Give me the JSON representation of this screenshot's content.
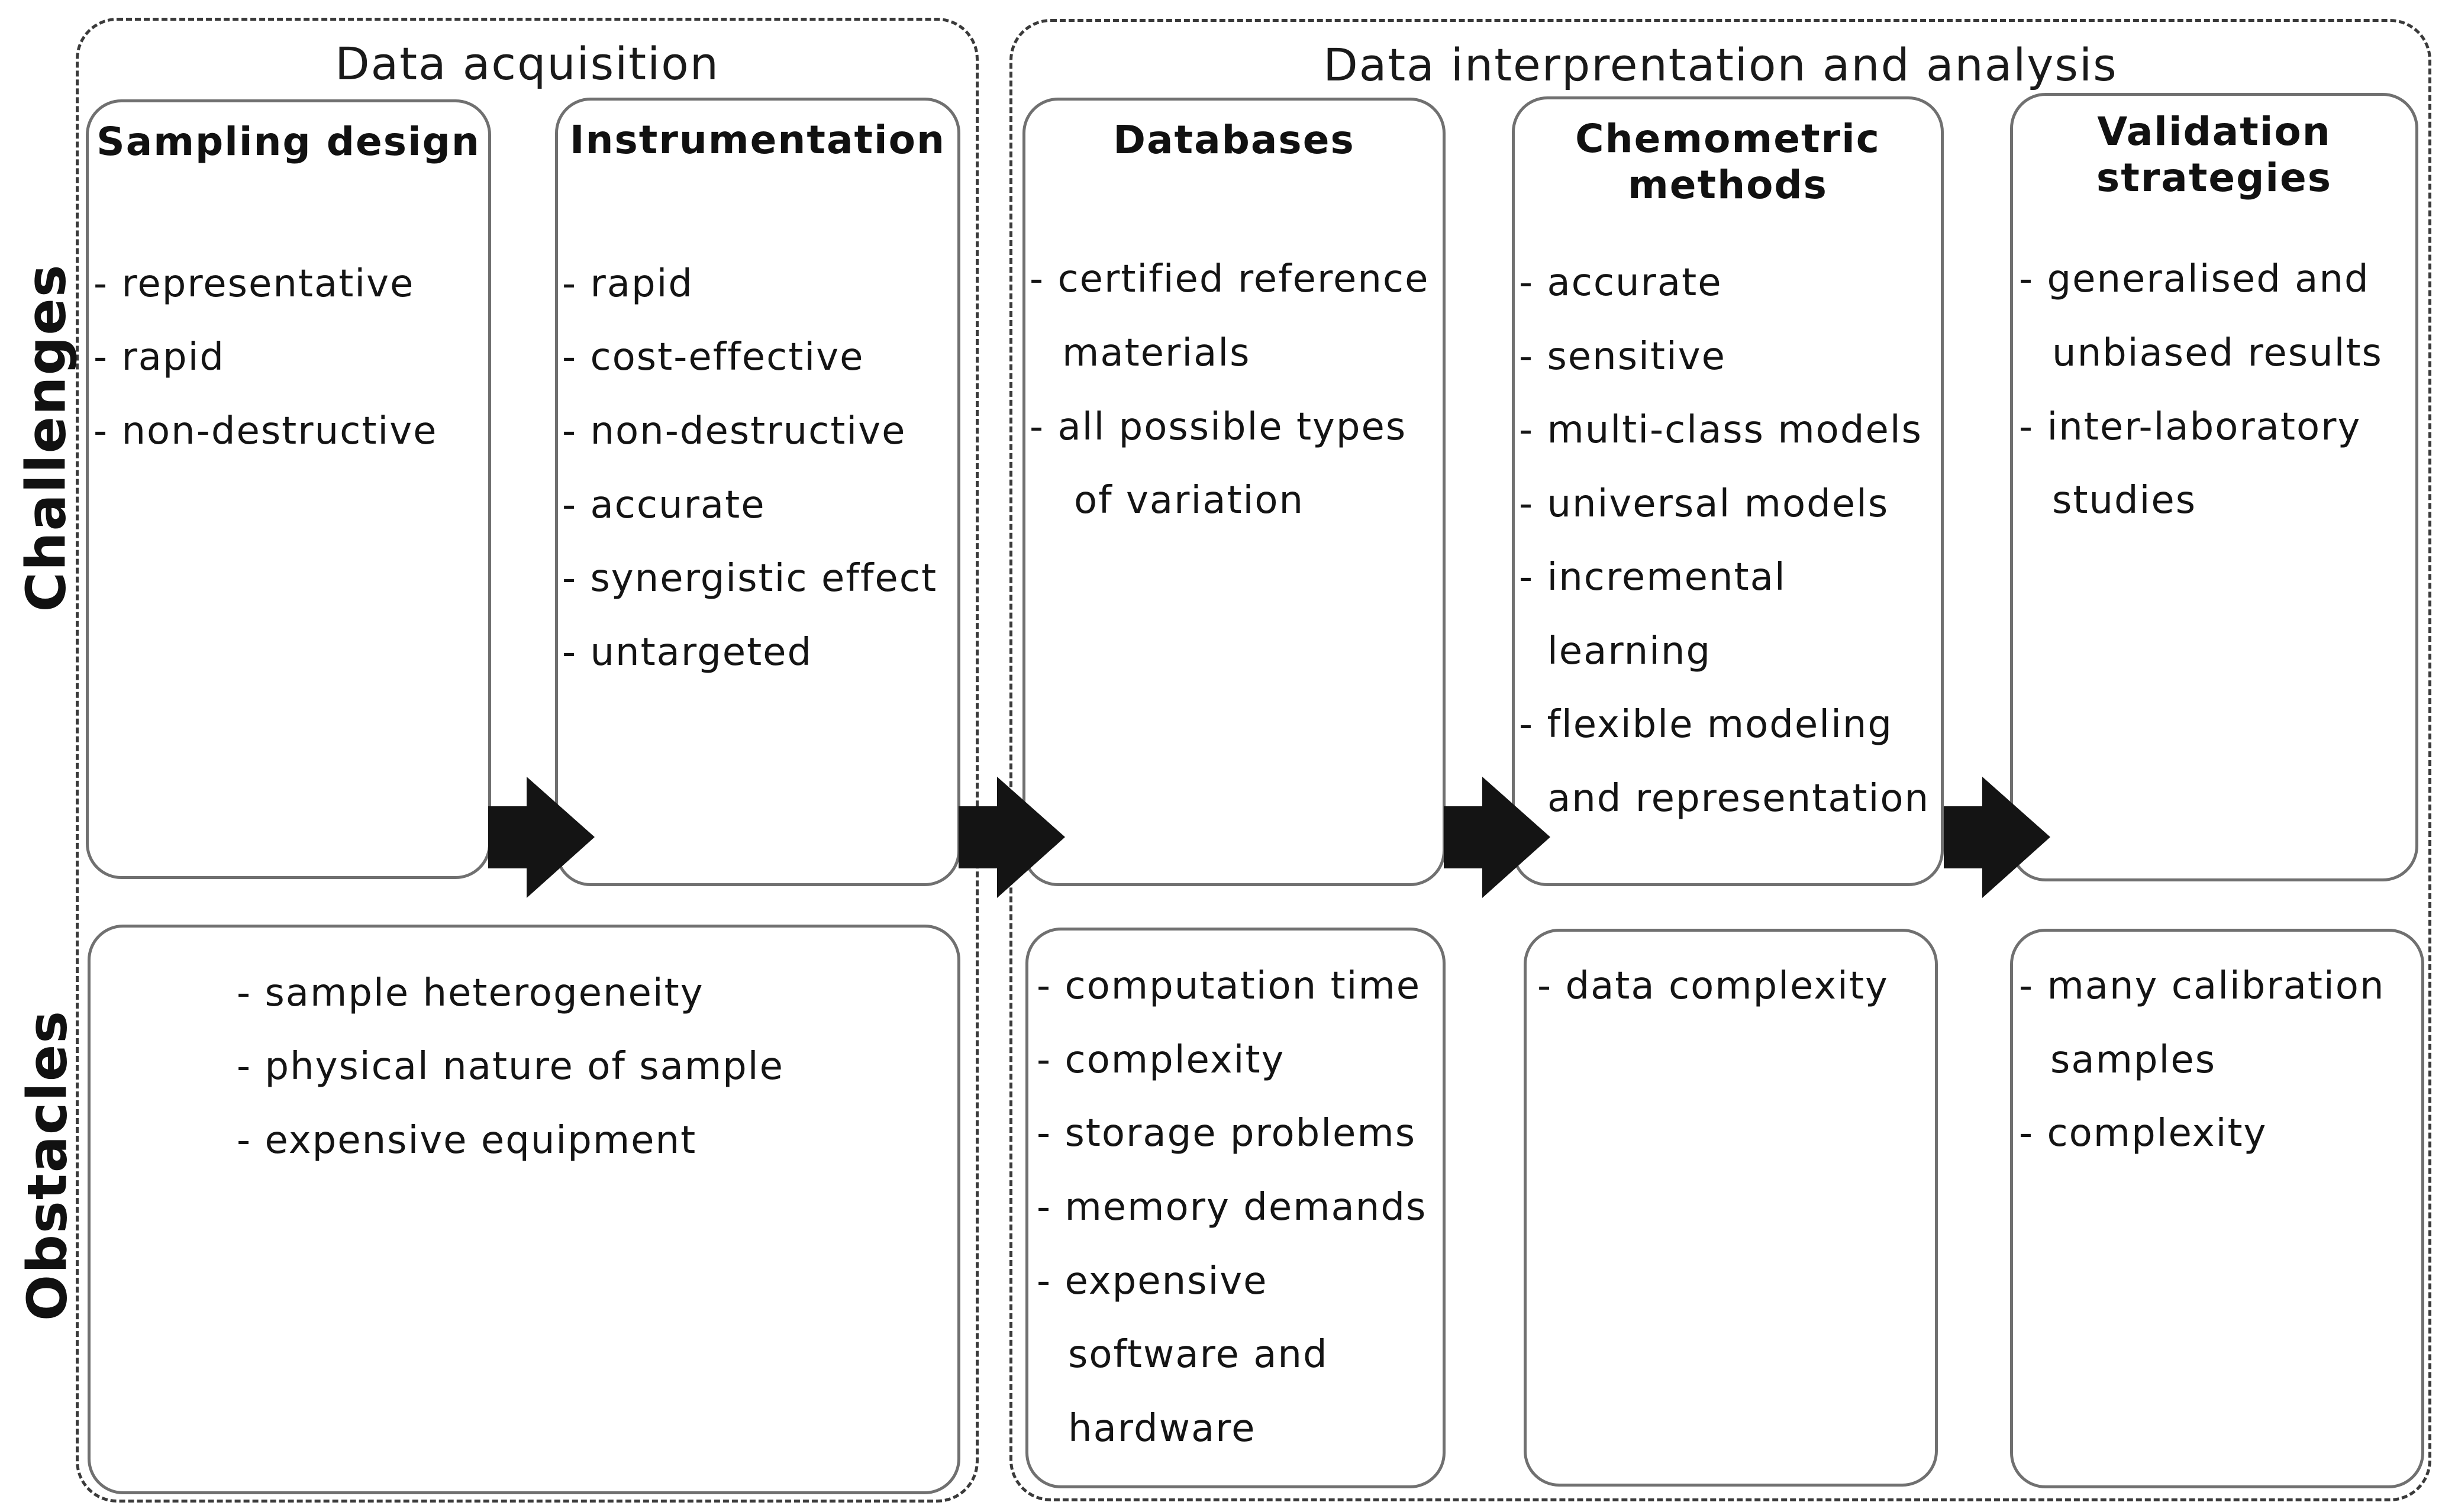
{
  "groups": {
    "acquisition": "Data acquisition",
    "interpretation": "Data interprentation and analysis"
  },
  "rows": {
    "challenges": "Challenges",
    "obstacles": "Obstacles"
  },
  "stages": {
    "sampling": {
      "title": "Sampling design",
      "challenges": [
        "- representative",
        "- rapid",
        "- non-destructive"
      ]
    },
    "instrumentation": {
      "title": "Instrumentation",
      "challenges": [
        "- rapid",
        "- cost-effective",
        "- non-destructive",
        "- accurate",
        "- synergistic effect",
        "- untargeted"
      ]
    },
    "databases": {
      "title": "Databases",
      "challenges": [
        "- certified reference",
        "materials",
        "- all possible types",
        "of variation"
      ]
    },
    "chemometric": {
      "title_lines": [
        "Chemometric",
        "methods"
      ],
      "challenges": [
        "- accurate",
        "- sensitive",
        "- multi-class models",
        "- universal models",
        "- incremental",
        "learning",
        "- flexible modeling",
        "and representation"
      ]
    },
    "validation": {
      "title_lines": [
        "Validation",
        "strategies"
      ],
      "challenges": [
        "- generalised and",
        "unbiased results",
        "- inter-laboratory",
        "studies"
      ]
    }
  },
  "obstacles": {
    "acquisition": [
      "- sample heterogeneity",
      "- physical nature of sample",
      "- expensive equipment"
    ],
    "databases": [
      "- computation time",
      "- complexity",
      "- storage problems",
      "- memory demands",
      "- expensive",
      "software  and",
      "hardware"
    ],
    "chemometric": [
      "- data complexity"
    ],
    "validation": [
      "- many calibration",
      "samples",
      "- complexity"
    ]
  },
  "colors": {
    "arrow": "#141414",
    "box_border": "#707070",
    "group_border": "#3a3a3a"
  }
}
